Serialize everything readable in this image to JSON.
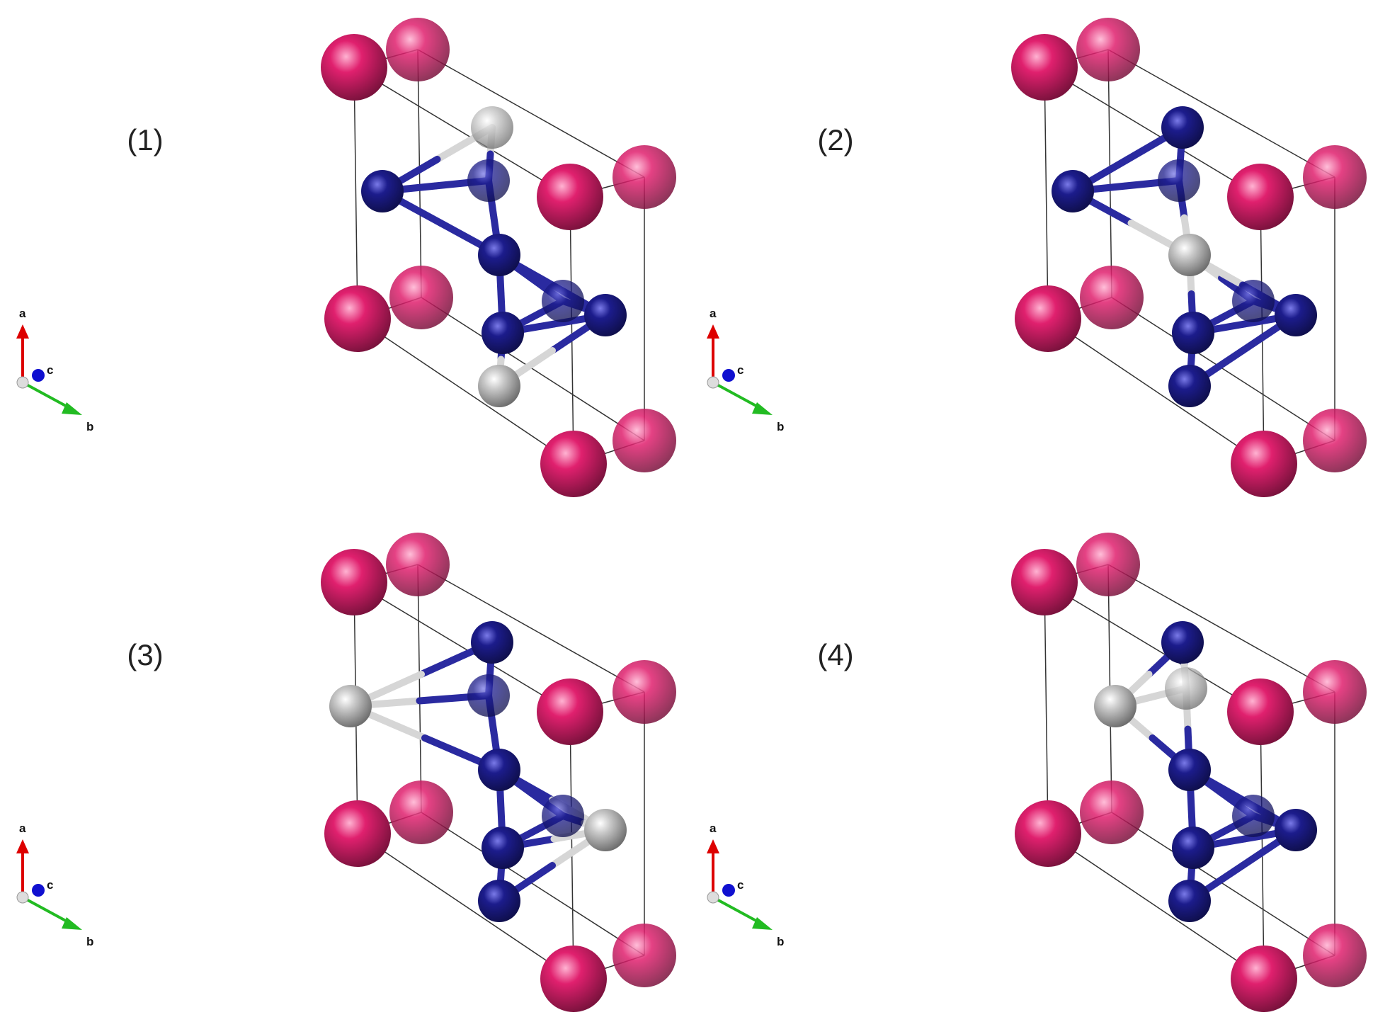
{
  "figure": {
    "panels": [
      {
        "label": "(1)",
        "bonds": [
          [
            0,
            1
          ],
          [
            0,
            2
          ],
          [
            1,
            2
          ],
          [
            1,
            3
          ],
          [
            2,
            3
          ],
          [
            3,
            4
          ],
          [
            3,
            5
          ],
          [
            3,
            6
          ],
          [
            4,
            5
          ],
          [
            4,
            6
          ],
          [
            5,
            6
          ],
          [
            4,
            7
          ],
          [
            6,
            7
          ]
        ],
        "atoms": [
          {
            "kind": "gray",
            "depth": 1
          },
          {
            "kind": "blue",
            "depth": 0
          },
          {
            "kind": "blue",
            "depth": 1
          },
          {
            "kind": "blue",
            "depth": 0
          },
          {
            "kind": "blue",
            "depth": 0
          },
          {
            "kind": "blue",
            "depth": 1
          },
          {
            "kind": "blue",
            "depth": 0
          },
          {
            "kind": "gray",
            "depth": 0
          }
        ]
      },
      {
        "label": "(2)",
        "bonds": [
          [
            0,
            1
          ],
          [
            0,
            2
          ],
          [
            1,
            2
          ],
          [
            1,
            3
          ],
          [
            2,
            3
          ],
          [
            3,
            4
          ],
          [
            3,
            5
          ],
          [
            3,
            6
          ],
          [
            4,
            5
          ],
          [
            4,
            6
          ],
          [
            5,
            6
          ],
          [
            4,
            7
          ],
          [
            6,
            7
          ]
        ],
        "atoms": [
          {
            "kind": "blue",
            "depth": 0
          },
          {
            "kind": "blue",
            "depth": 0
          },
          {
            "kind": "blue",
            "depth": 1
          },
          {
            "kind": "gray",
            "depth": 0
          },
          {
            "kind": "blue",
            "depth": 0
          },
          {
            "kind": "blue",
            "depth": 1
          },
          {
            "kind": "blue",
            "depth": 0
          },
          {
            "kind": "blue",
            "depth": 0
          }
        ]
      },
      {
        "label": "(3)",
        "bonds": [
          [
            0,
            1
          ],
          [
            0,
            2
          ],
          [
            1,
            2
          ],
          [
            1,
            3
          ],
          [
            2,
            3
          ],
          [
            3,
            4
          ],
          [
            3,
            5
          ],
          [
            3,
            6
          ],
          [
            4,
            5
          ],
          [
            4,
            6
          ],
          [
            5,
            6
          ],
          [
            4,
            7
          ],
          [
            6,
            7
          ]
        ],
        "atoms": [
          {
            "kind": "blue",
            "depth": 0
          },
          {
            "kind": "gray",
            "depth": 0
          },
          {
            "kind": "blue",
            "depth": 1
          },
          {
            "kind": "blue",
            "depth": 0
          },
          {
            "kind": "blue",
            "depth": 0
          },
          {
            "kind": "blue",
            "depth": 1
          },
          {
            "kind": "gray",
            "depth": 0
          },
          {
            "kind": "blue",
            "depth": 0
          }
        ]
      },
      {
        "label": "(4)",
        "bonds": [
          [
            0,
            1
          ],
          [
            0,
            2
          ],
          [
            1,
            2
          ],
          [
            1,
            3
          ],
          [
            2,
            3
          ],
          [
            3,
            4
          ],
          [
            3,
            5
          ],
          [
            3,
            6
          ],
          [
            4,
            5
          ],
          [
            4,
            6
          ],
          [
            5,
            6
          ],
          [
            4,
            7
          ],
          [
            6,
            7
          ]
        ],
        "atoms": [
          {
            "kind": "blue",
            "depth": 0
          },
          {
            "kind": "gray",
            "depth": 0
          },
          {
            "kind": "gray",
            "depth": 1
          },
          {
            "kind": "blue",
            "depth": 0
          },
          {
            "kind": "blue",
            "depth": 0
          },
          {
            "kind": "blue",
            "depth": 1
          },
          {
            "kind": "blue",
            "depth": 0
          },
          {
            "kind": "blue",
            "depth": 0
          }
        ]
      }
    ],
    "axes_triad": {
      "a": "a",
      "b": "b",
      "c": "c"
    },
    "colors": {
      "corner_atom": "#e0206e",
      "corner_atom_highlight": "#ffb3d2",
      "blue_atom": "#1c1c8c",
      "blue_atom_highlight": "#7a7ae8",
      "gray_atom": "#c8c8c8",
      "gray_atom_highlight": "#ffffff",
      "blue_bond": "#2a2aa0",
      "gray_bond": "#d6d6d6",
      "axis_a": "#dd0000",
      "axis_b": "#22bb22",
      "axis_c": "#1010d0",
      "cell_edge": "#333333"
    }
  }
}
